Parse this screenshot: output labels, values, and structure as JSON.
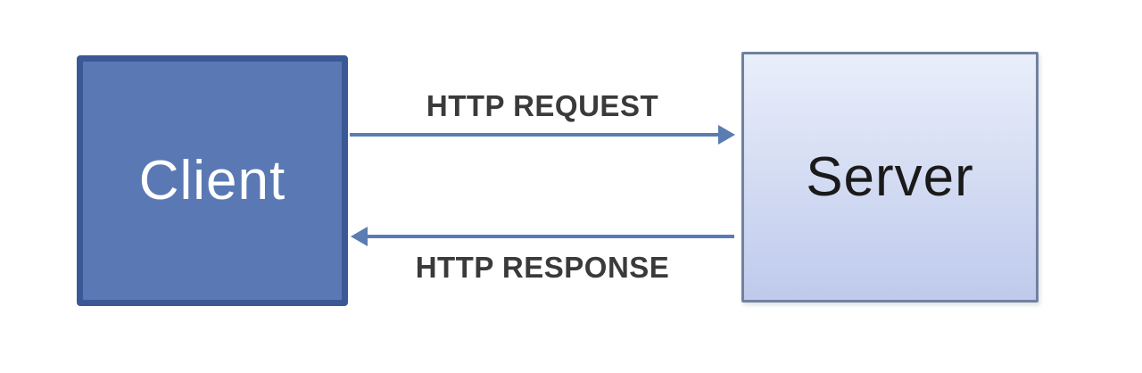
{
  "diagram": {
    "type": "client-server-http-flow",
    "nodes": [
      {
        "id": "client",
        "label": "Client"
      },
      {
        "id": "server",
        "label": "Server"
      }
    ],
    "edges": [
      {
        "label": "HTTP REQUEST",
        "from": "client",
        "to": "server",
        "direction": "right"
      },
      {
        "label": "HTTP RESPONSE",
        "from": "server",
        "to": "client",
        "direction": "left"
      }
    ],
    "colors": {
      "background": "#ffffff",
      "client_fill": "#5a78b4",
      "client_border": "#3b5896",
      "client_text": "#ffffff",
      "server_fill_top": "#e9eefa",
      "server_fill_bottom": "#bfcaec",
      "server_border": "#71819f",
      "server_text": "#1a1a1a",
      "arrow": "#5b7cb0",
      "label_text": "#3a3a3a"
    }
  }
}
